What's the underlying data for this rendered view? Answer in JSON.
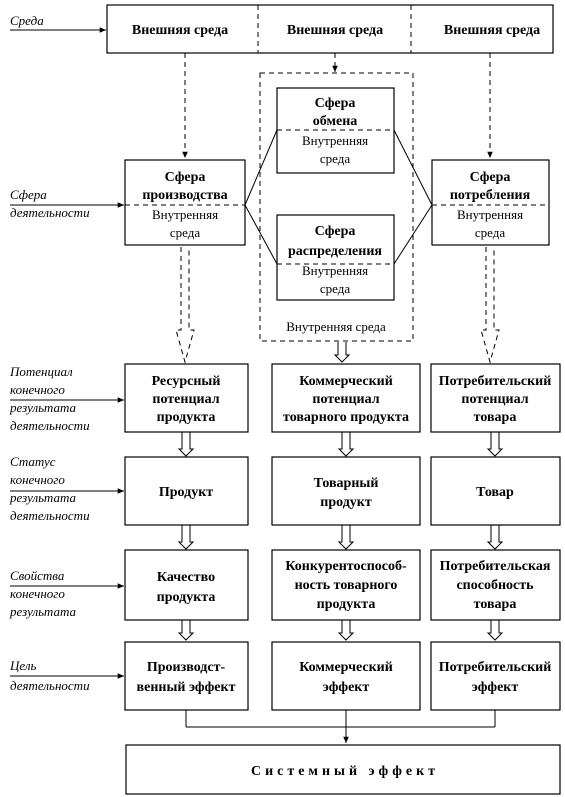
{
  "left_labels": {
    "env": "Среда",
    "sphere": [
      "Сфера",
      "деятельности"
    ],
    "potential": [
      "Потенциал",
      "конечного",
      "результата",
      "деятельности"
    ],
    "status": [
      "Статус",
      "конечного",
      "результата",
      "деятельности"
    ],
    "properties": [
      "Свойства",
      "конечного",
      "результата"
    ],
    "goal": [
      "Цель",
      "деятельности"
    ]
  },
  "external": {
    "left": "Внешняя среда",
    "center": "Внешняя среда",
    "right": "Внешняя среда"
  },
  "spheres": {
    "production": {
      "title": [
        "Сфера",
        "производства"
      ],
      "inner": [
        "Внутренняя",
        "среда"
      ]
    },
    "exchange": {
      "title": [
        "Сфера",
        "обмена"
      ],
      "inner": [
        "Внутренняя",
        "среда"
      ]
    },
    "distribution": {
      "title": [
        "Сфера",
        "распределения"
      ],
      "inner": [
        "Внутренняя",
        "среда"
      ]
    },
    "consumption": {
      "title": [
        "Сфера",
        "потребления"
      ],
      "inner": [
        "Внутренняя",
        "среда"
      ]
    },
    "center_inner": "Внутренняя среда"
  },
  "rows": {
    "potential": [
      [
        "Ресурсный",
        "потенциал",
        "продукта"
      ],
      [
        "Коммерческий",
        "потенциал",
        "товарного продукта"
      ],
      [
        "Потребительский",
        "потенциал",
        "товара"
      ]
    ],
    "status": [
      [
        "Продукт"
      ],
      [
        "Товарный",
        "продукт"
      ],
      [
        "Товар"
      ]
    ],
    "properties": [
      [
        "Качество",
        "продукта"
      ],
      [
        "Конкурентоспособ-",
        "ность товарного",
        "продукта"
      ],
      [
        "Потребительская",
        "способность",
        "товара"
      ]
    ],
    "effects": [
      [
        "Производст-",
        "венный эффект"
      ],
      [
        "Коммерческий",
        "эффект"
      ],
      [
        "Потребительский",
        "эффект"
      ]
    ]
  },
  "system_effect": "Системный эффект"
}
